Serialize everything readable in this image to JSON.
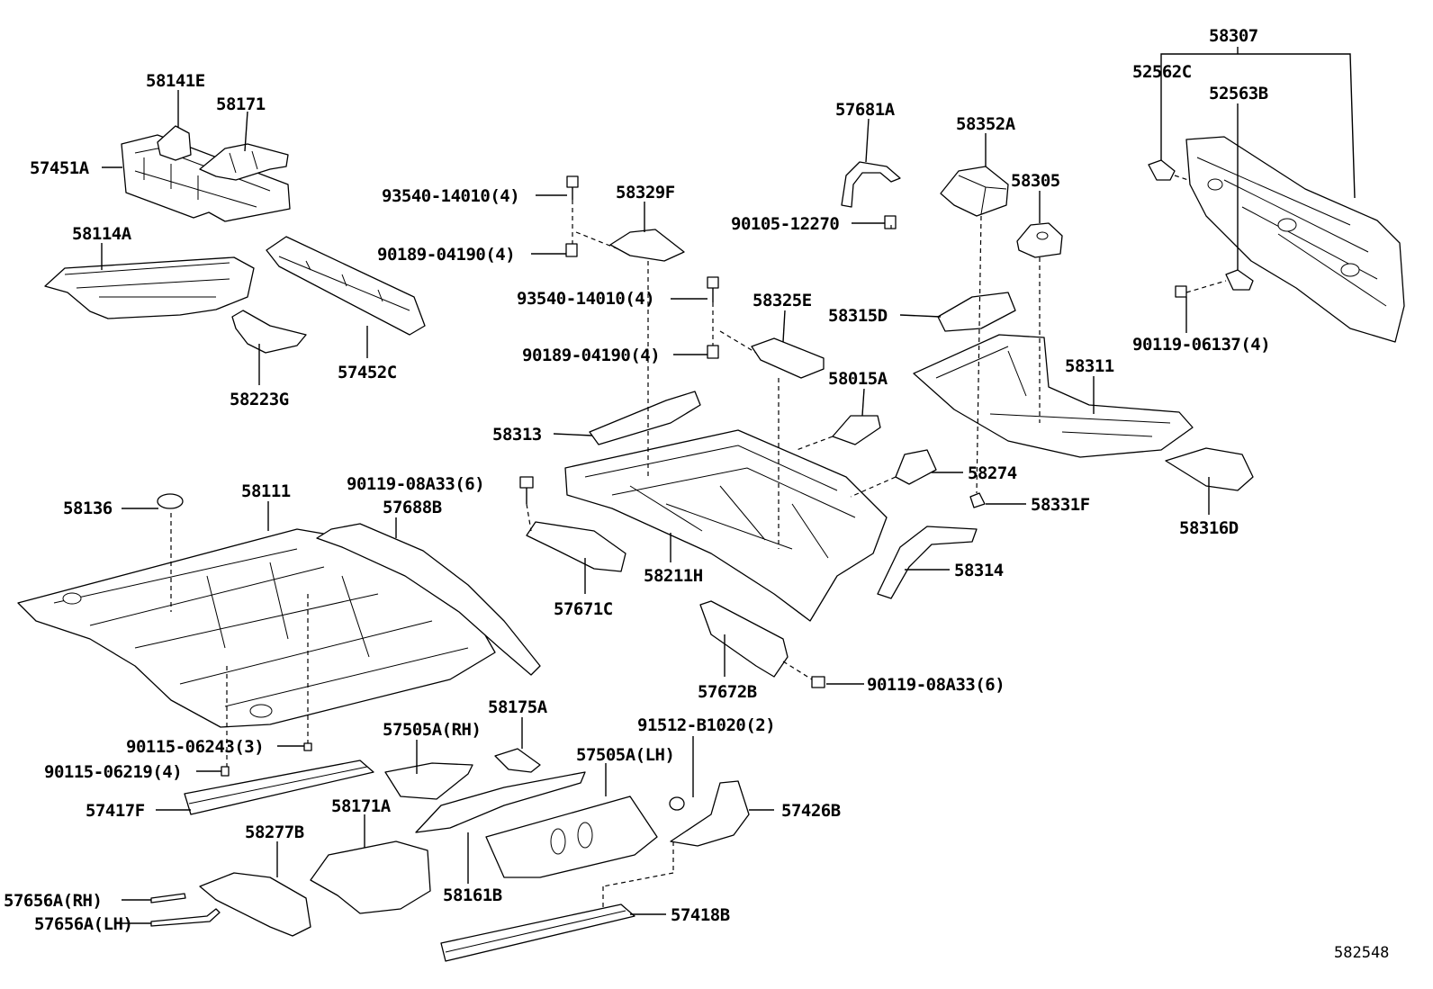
{
  "diagram_id": "582548",
  "labels": {
    "p58307": "58307",
    "p52562C": "52562C",
    "p52563B": "52563B",
    "p58141E": "58141E",
    "p58171": "58171",
    "p57451A": "57451A",
    "p57681A": "57681A",
    "p58352A": "58352A",
    "p58305": "58305",
    "p93540a": "93540-14010(4)",
    "p58329F": "58329F",
    "p90105": "90105-12270",
    "p90189a": "90189-04190(4)",
    "p58114A": "58114A",
    "p93540b": "93540-14010(4)",
    "p58325E": "58325E",
    "p58315D": "58315D",
    "p90119c": "90119-06137(4)",
    "p90189b": "90189-04190(4)",
    "p58223G": "58223G",
    "p57452C": "57452C",
    "p58015A": "58015A",
    "p58311": "58311",
    "p58313": "58313",
    "p58274": "58274",
    "p90119a": "90119-08A33(6)",
    "p58331F": "58331F",
    "p58136": "58136",
    "p58111": "58111",
    "p57688B": "57688B",
    "p58316D": "58316D",
    "p58314": "58314",
    "p58211H": "58211H",
    "p57671C": "57671C",
    "p90119b": "90119-08A33(6)",
    "p57672B": "57672B",
    "p58175A": "58175A",
    "p57505RH": "57505A(RH)",
    "p91512": "91512-B1020(2)",
    "p90115a": "90115-06243(3)",
    "p57505LH": "57505A(LH)",
    "p90115b": "90115-06219(4)",
    "p57417F": "57417F",
    "p58171A": "58171A",
    "p57426B": "57426B",
    "p58277B": "58277B",
    "p57656RH": "57656A(RH)",
    "p58161B": "58161B",
    "p57656LH": "57656A(LH)",
    "p57418B": "57418B"
  }
}
